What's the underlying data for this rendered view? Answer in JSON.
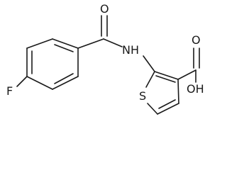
{
  "molecule": {
    "atoms": {
      "fluorine": "F",
      "carbonyl_oxygen": "O",
      "amide_nh": "NH",
      "sulfur": "S",
      "carboxyl_oxygen": "O",
      "hydroxyl": "OH"
    },
    "colors": {
      "bond": "#1a1a1a",
      "label": "#1a1a1a",
      "background": "#ffffff"
    }
  }
}
